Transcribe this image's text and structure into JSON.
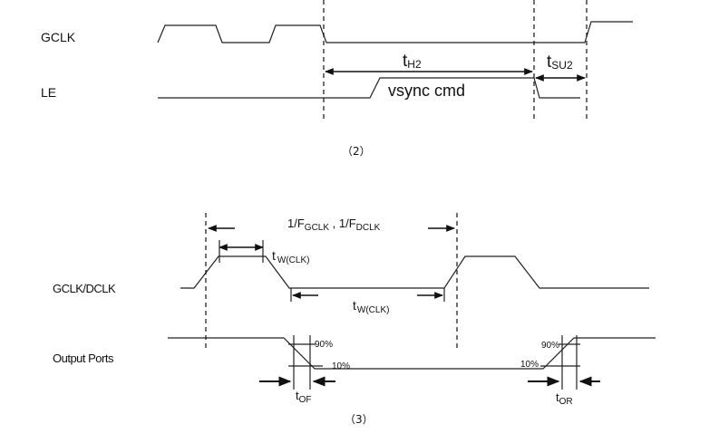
{
  "diagram2": {
    "gclk_label": "GCLK",
    "le_label": "LE",
    "th_main": "t",
    "th_sub": "H2",
    "tsu_main": "t",
    "tsu_sub": "SU2",
    "vsync_label": "vsync cmd",
    "caption": "（2）"
  },
  "diagram3": {
    "period_a_main": "1/F",
    "period_a_sub": "GCLK",
    "period_sep": " , ",
    "period_b_main": "1/F",
    "period_b_sub": "DCLK",
    "tw_high_main": "t",
    "tw_high_sub": "W(CLK)",
    "tw_low_main": "t",
    "tw_low_sub": "W(CLK)",
    "clk_label": "GCLK/DCLK",
    "out_label": "Output Ports",
    "pct90_fall": "90%",
    "pct10_fall": "10%",
    "pct10_rise": "10%",
    "pct90_rise": "90%",
    "tof_main": "t",
    "tof_sub": "OF",
    "tor_main": "t",
    "tor_sub": "OR",
    "caption": "（3）"
  }
}
